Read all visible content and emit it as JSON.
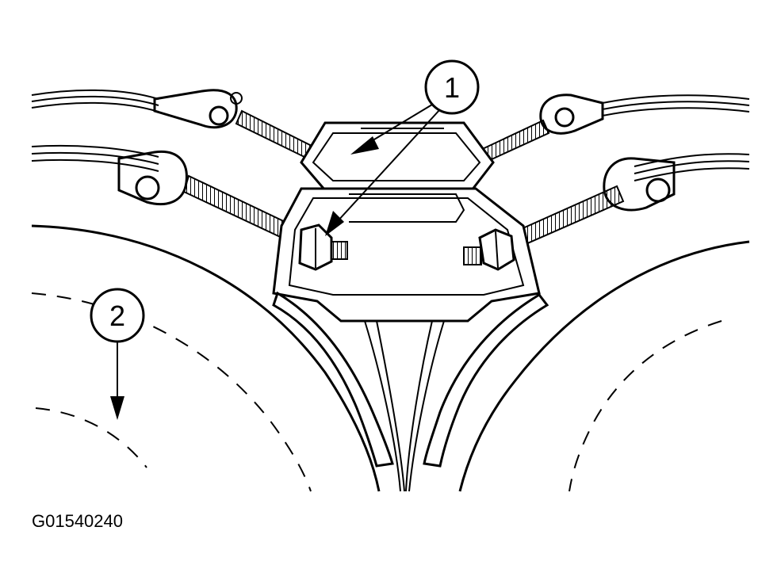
{
  "figure": {
    "code": "G01540240",
    "callouts": [
      {
        "id": "1",
        "label": "1"
      },
      {
        "id": "2",
        "label": "2"
      }
    ]
  },
  "colors": {
    "ink": "#000000",
    "paper": "#ffffff"
  }
}
